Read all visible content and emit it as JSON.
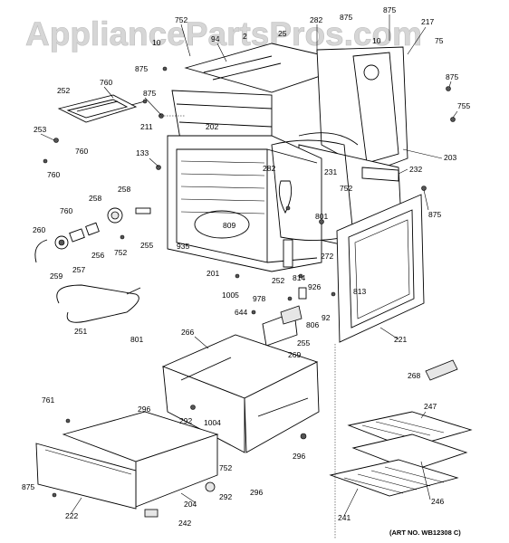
{
  "watermark": "AppliancePartsPros.com",
  "art_number": "(ART NO. WB12308 C)",
  "labels": {
    "l_752a": "752",
    "l_10a": "10",
    "l_94": "94",
    "l_2": "2",
    "l_25": "25",
    "l_282a": "282",
    "l_875a": "875",
    "l_10b": "10",
    "l_875b": "875",
    "l_217": "217",
    "l_75": "75",
    "l_875c": "875",
    "l_875d": "875",
    "l_755": "755",
    "l_760a": "760",
    "l_252a": "252",
    "l_875e": "875",
    "l_211": "211",
    "l_202": "202",
    "l_253": "253",
    "l_760b": "760",
    "l_760c": "760",
    "l_133": "133",
    "l_203": "203",
    "l_282b": "282",
    "l_231": "231",
    "l_232": "232",
    "l_752b": "752",
    "l_258a": "258",
    "l_258b": "258",
    "l_760d": "760",
    "l_809": "809",
    "l_801a": "801",
    "l_875f": "875",
    "l_260": "260",
    "l_935": "935",
    "l_256": "256",
    "l_752c": "752",
    "l_255a": "255",
    "l_272": "272",
    "l_259": "259",
    "l_257": "257",
    "l_201": "201",
    "l_252b": "252",
    "l_814": "814",
    "l_926": "926",
    "l_813": "813",
    "l_1005": "1005",
    "l_978": "978",
    "l_806": "806",
    "l_92": "92",
    "l_644": "644",
    "l_251": "251",
    "l_801b": "801",
    "l_266": "266",
    "l_255b": "255",
    "l_221": "221",
    "l_269": "269",
    "l_268": "268",
    "l_761": "761",
    "l_296a": "296",
    "l_292a": "292",
    "l_1004": "1004",
    "l_247": "247",
    "l_296b": "296",
    "l_752d": "752",
    "l_875g": "875",
    "l_292b": "292",
    "l_296c": "296",
    "l_204": "204",
    "l_246": "246",
    "l_222": "222",
    "l_242": "242",
    "l_241": "241"
  }
}
